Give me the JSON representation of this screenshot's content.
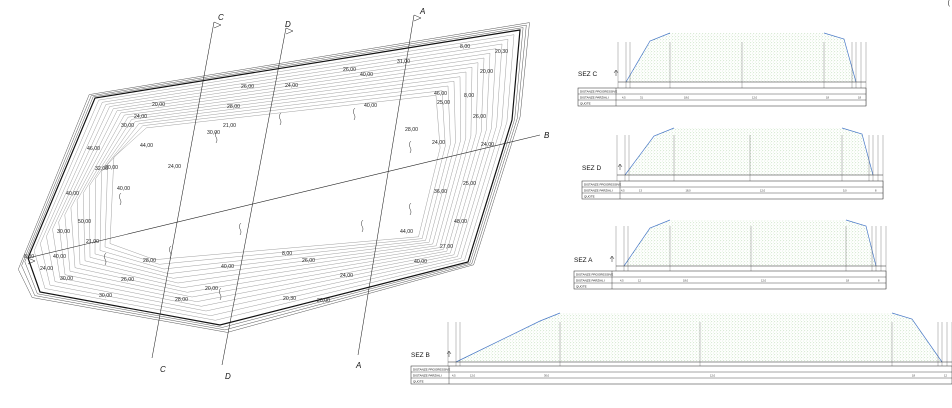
{
  "sheet": {
    "corner_mark": "("
  },
  "plan": {
    "section_cuts": [
      {
        "name": "A",
        "top": "A",
        "bottom": "A"
      },
      {
        "name": "B",
        "top": "B",
        "bottom": "B"
      },
      {
        "name": "C",
        "top": "C",
        "bottom": "C"
      },
      {
        "name": "D",
        "top": "D",
        "bottom": "D"
      }
    ],
    "elevation_labels": [
      "8,00",
      "20,30",
      "26,00",
      "31,00",
      "20,00",
      "26,00",
      "24,00",
      "40,00",
      "46,00",
      "20,00",
      "28,00",
      "8,00",
      "24,00",
      "40,00",
      "26,00",
      "30,00",
      "28,00",
      "30,00",
      "44,00",
      "24,00",
      "32,00",
      "24,00",
      "46,00",
      "25,00",
      "40,00",
      "36,00",
      "50,00",
      "40,00",
      "30,00",
      "44,00",
      "21,00",
      "48,00",
      "27,00",
      "40,00",
      "8,00",
      "24,00",
      "30,00",
      "26,00",
      "28,00",
      "40,00",
      "8,00",
      "26,00",
      "24,00",
      "40,00",
      "30,00",
      "28,00",
      "20,00",
      "20,30",
      "20,00",
      "24,00",
      "21,00",
      "25,00",
      "20,00"
    ]
  },
  "sections": [
    {
      "id": "sez-c",
      "title": "SEZ C",
      "rows": [
        "DISTANZE PROGRESSIVE",
        "DISTANZE PARZIALI",
        "QUOTE"
      ],
      "values": [
        "4,5",
        "31",
        "18,0",
        "12,0",
        "18",
        "18"
      ]
    },
    {
      "id": "sez-d",
      "title": "SEZ D",
      "rows": [
        "DISTANZE PROGRESSIVE",
        "DISTANZE PARZIALI",
        "QUOTE"
      ],
      "values": [
        "4,5",
        "13",
        "18,0",
        "12,0",
        "5,0",
        "8"
      ]
    },
    {
      "id": "sez-a",
      "title": "SEZ A",
      "rows": [
        "DISTANZE PROGRESSIVE",
        "DISTANZE PARZIALI",
        "QUOTE"
      ],
      "values": [
        "4,5",
        "12",
        "18,0",
        "12,0",
        "18",
        "8"
      ]
    },
    {
      "id": "sez-b",
      "title": "SEZ B",
      "rows": [
        "DISTANZE PROGRESSIVE",
        "DISTANZE PARZIALI",
        "QUOTE"
      ],
      "values": [
        "4,5",
        "12,0",
        "30,0",
        "12,0",
        "18",
        "12"
      ]
    }
  ],
  "colors": {
    "fill_dots": "#5aa84a",
    "slope": "#4a7ac8",
    "line": "#222222"
  }
}
